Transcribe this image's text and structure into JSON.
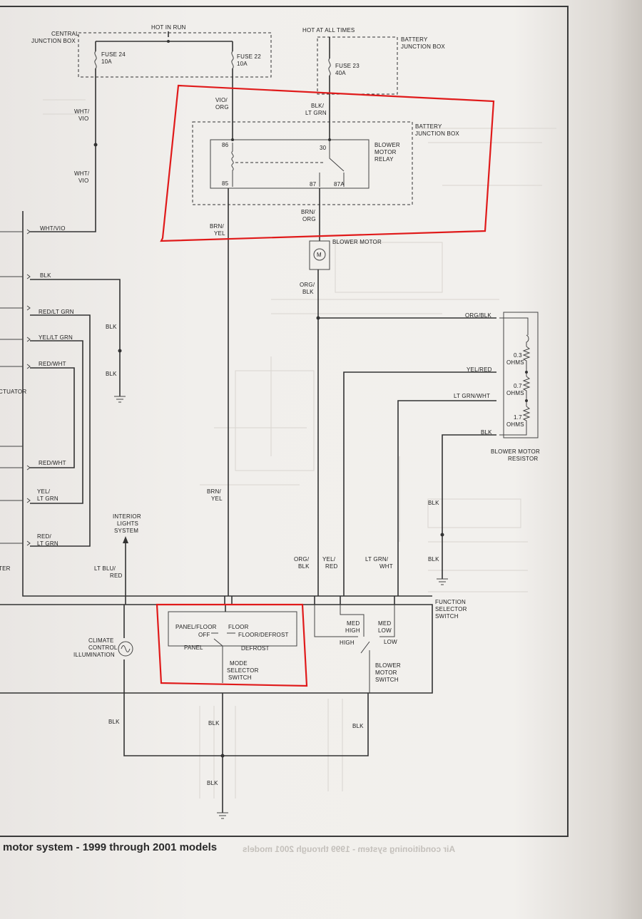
{
  "labels": {
    "hot_in_run": "HOT IN RUN",
    "hot_at_all_times": "HOT AT ALL TIMES",
    "central_jb_1": "CENTRAL",
    "central_jb_2": "JUNCTION BOX",
    "battery_jb_top_1": "BATTERY",
    "battery_jb_top_2": "JUNCTION BOX",
    "fuse24": "FUSE 24",
    "fuse24_amp": "10A",
    "fuse22": "FUSE 22",
    "fuse22_amp": "10A",
    "fuse23": "FUSE 23",
    "fuse23_amp": "40A",
    "wht_vio_1a": "WHT/",
    "wht_vio_1b": "VIO",
    "wht_vio_2a": "WHT/",
    "wht_vio_2b": "VIO",
    "wht_vio_left": "WHT/VIO",
    "vio_org_1": "VIO/",
    "vio_org_2": "ORG",
    "blk_ltgrn_1": "BLK/",
    "blk_ltgrn_2": "LT GRN",
    "battery_jb_mid_1": "BATTERY",
    "battery_jb_mid_2": "JUNCTION BOX",
    "relay_1": "BLOWER",
    "relay_2": "MOTOR",
    "relay_3": "RELAY",
    "pin86": "86",
    "pin85": "85",
    "pin30": "30",
    "pin87": "87",
    "pin87a": "87A",
    "brn_yel_1a": "BRN/",
    "brn_yel_1b": "YEL",
    "brn_org_1": "BRN/",
    "brn_org_2": "ORG",
    "blower_motor": "BLOWER MOTOR",
    "motor_symbol": "M",
    "org_blk_1": "ORG/",
    "org_blk_2": "BLK",
    "blk_left": "BLK",
    "red_ltgrn_left": "RED/LT GRN",
    "yel_ltgrn_left": "YEL/LT GRN",
    "red_wht_left": "RED/WHT",
    "blk_a": "BLK",
    "blk_b": "BLK",
    "actuator_cut": "CTUATOR",
    "red_wht_low": "RED/WHT",
    "yel_ltgrn_low_1": "YEL/",
    "yel_ltgrn_low_2": "LT GRN",
    "red_ltgrn_low_1": "RED/",
    "red_ltgrn_low_2": "LT GRN",
    "ter_cut": "TER",
    "org_blk_res": "ORG/BLK",
    "yel_red_res": "YEL/RED",
    "ltgrn_wht_res": "LT GRN/WHT",
    "blk_res": "BLK",
    "ohm1_v": "0.3",
    "ohm1_u": "OHMS",
    "ohm2_v": "0.7",
    "ohm2_u": "OHMS",
    "ohm3_v": "1.7",
    "ohm3_u": "OHMS",
    "resistor_1": "BLOWER MOTOR",
    "resistor_2": "RESISTOR",
    "blk_right_a": "BLK",
    "blk_right_b": "BLK",
    "brn_yel_2a": "BRN/",
    "brn_yel_2b": "YEL",
    "interior_1": "INTERIOR",
    "interior_2": "LIGHTS",
    "interior_3": "SYSTEM",
    "ltblu_red_1": "LT BLU/",
    "ltblu_red_2": "RED",
    "org_blk_low_1": "ORG/",
    "org_blk_low_2": "BLK",
    "yel_red_low_1": "YEL/",
    "yel_red_low_2": "RED",
    "ltgrn_wht_low_1": "LT GRN/",
    "ltgrn_wht_low_2": "WHT",
    "function_1": "FUNCTION",
    "function_2": "SELECTOR",
    "function_3": "SWITCH",
    "panel_floor": "PANEL/FLOOR",
    "floor": "FLOOR",
    "off": "OFF",
    "floor_defrost": "FLOOR/DEFROST",
    "panel": "PANEL",
    "defrost": "DEFROST",
    "mode_1": "MODE",
    "mode_2": "SELECTOR",
    "mode_3": "SWITCH",
    "med_high_1": "MED",
    "med_high_2": "HIGH",
    "med_low_1": "MED",
    "med_low_2": "LOW",
    "high": "HIGH",
    "low": "LOW",
    "blower_sw_1": "BLOWER",
    "blower_sw_2": "MOTOR",
    "blower_sw_3": "SWITCH",
    "climate_1": "CLIMATE",
    "climate_2": "CONTROL",
    "climate_3": "ILLUMINATION",
    "blk_bot_left": "BLK",
    "blk_bot_mid": "BLK",
    "blk_bot_right": "BLK",
    "blk_bot_ground": "BLK"
  },
  "caption": "motor system - 1999 through 2001 models",
  "caption_bleed": "Air conditioning system - 1999 through 2001 models",
  "colors": {
    "wire": "#333333",
    "highlight": "#e01a1a",
    "paper": "#efecea"
  }
}
